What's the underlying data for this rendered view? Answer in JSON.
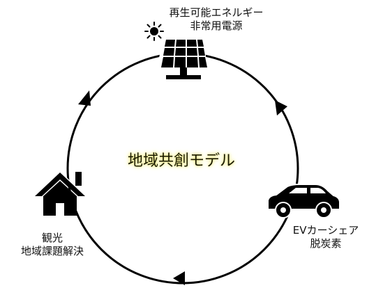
{
  "center": {
    "title": "地域共創モデル"
  },
  "nodes": {
    "solar": {
      "line1": "再生可能エネルギー",
      "line2": "非常用電源",
      "icon": "solar-panel-icon"
    },
    "ev": {
      "line1": "EVカーシェア",
      "line2": "脱炭素",
      "icon": "car-icon"
    },
    "house": {
      "line1": "観光",
      "line2": "地域課題解決",
      "icon": "house-icon"
    }
  },
  "colors": {
    "stroke": "#000000",
    "title_glow": "#f7f08a"
  }
}
